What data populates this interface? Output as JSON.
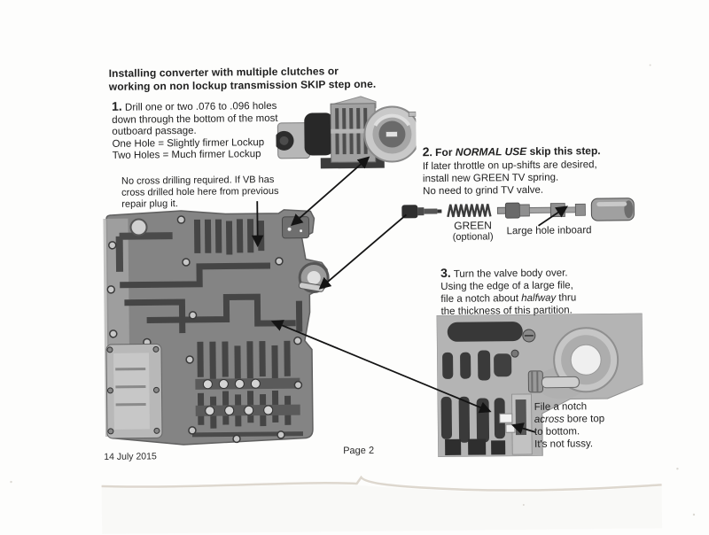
{
  "colors": {
    "paper": "#fdfdfc",
    "ink": "#1c1c1c",
    "photo_gray": "#8a8a8a"
  },
  "scan": {
    "intro": {
      "line1": "Installing converter with multiple clutches or",
      "line2": "working on non lockup transmission SKIP step one."
    },
    "step1": {
      "num": "1.",
      "line1": " Drill one or two .076 to .096 holes",
      "line2": "down through the bottom of the most",
      "line3": "outboard passage.",
      "line4": "One Hole = Slightly firmer Lockup",
      "line5": "Two Holes = Much firmer Lockup"
    },
    "cross_drill_note": {
      "line1": "No cross drilling required.  If VB has",
      "line2": "cross drilled hole here from previous",
      "line3": "repair plug it."
    },
    "step2": {
      "num": "2",
      "title_pre": ". For ",
      "title_em": "NORMAL USE",
      "title_post": " skip this step.",
      "line1": "If later throttle on up-shifts are desired,",
      "line2": "install new GREEN TV spring.",
      "line3": "No need to grind TV valve."
    },
    "parts": {
      "spring_label": "GREEN",
      "spring_sub": "(optional)",
      "sleeve_label": "Large hole inboard"
    },
    "step3": {
      "num": "3.",
      "line1": " Turn the valve body over.",
      "line2": "Using the edge of a large file,",
      "line3_pre": "file a notch about ",
      "line3_em": "halfway",
      "line3_post": " thru",
      "line4": "the thickness of this partition."
    },
    "notch_note": {
      "line1": "File a notch",
      "line2_em": "across",
      "line2_post": " bore top",
      "line3": "to bottom.",
      "line4": "It's not fussy."
    },
    "footer": {
      "date": "14 July 2015",
      "page": "Page 2"
    }
  }
}
